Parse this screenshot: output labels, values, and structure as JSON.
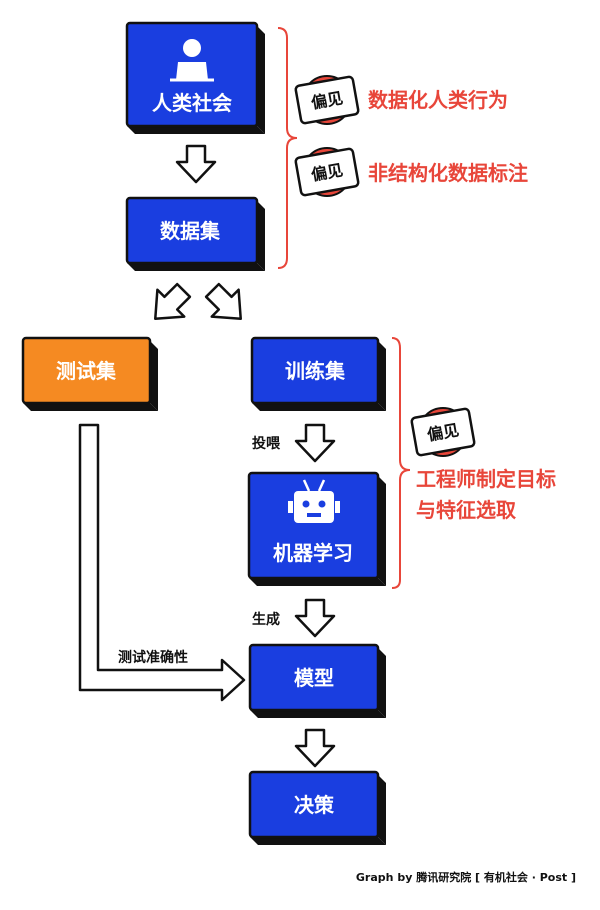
{
  "nodes": {
    "human_society": "人类社会",
    "dataset": "数据集",
    "test_set": "测试集",
    "training_set": "训练集",
    "machine_learning": "机器学习",
    "model": "模型",
    "decision": "决策"
  },
  "edge_labels": {
    "feed": "投喂",
    "generate": "生成",
    "test_accuracy": "测试准确性"
  },
  "bias": {
    "tag": "偏见",
    "item1": "数据化人类行为",
    "item2": "非结构化数据标注",
    "item3_line1": "工程师制定目标",
    "item3_line2": "与特征选取"
  },
  "footer": "Graph by 腾讯研究院 [ 有机社会 · Post ]",
  "colors": {
    "node_blue": "#1a3ee0",
    "node_orange": "#f58a22",
    "bias_red": "#e8463a"
  }
}
